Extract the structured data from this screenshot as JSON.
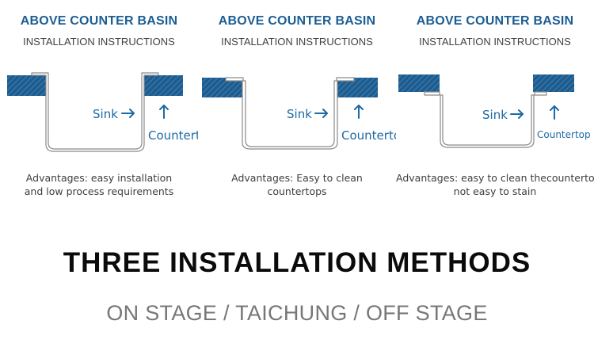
{
  "panels": [
    {
      "title": "ABOVE COUNTER BASIN",
      "subtitle": "INSTALLATION INSTRUCTIONS",
      "sink_label": "Sink",
      "countertop_label": "Countertop",
      "advantages": [
        "Advantages: easy installation",
        "and low process requirements"
      ]
    },
    {
      "title": "ABOVE COUNTER BASIN",
      "subtitle": "INSTALLATION INSTRUCTIONS",
      "sink_label": "Sink",
      "countertop_label": "Countertop",
      "advantages": [
        "Advantages: Easy to clean",
        "countertops"
      ]
    },
    {
      "title": "ABOVE COUNTER BASIN",
      "subtitle": "INSTALLATION INSTRUCTIONS",
      "sink_label": "Sink",
      "countertop_label": "Countertop",
      "advantages": [
        "Advantages: easy to clean thecountertop,",
        "not easy to stain"
      ]
    }
  ],
  "main_title": "THREE INSTALLATION METHODS",
  "sub_title": "ON STAGE / TAICHUNG / OFF STAGE",
  "colors": {
    "heading_blue": "#1c5d92",
    "countertop_blue": "#1d5c8f",
    "label_blue": "#1c6aa5",
    "sink_outline": "#8a8a8a"
  }
}
